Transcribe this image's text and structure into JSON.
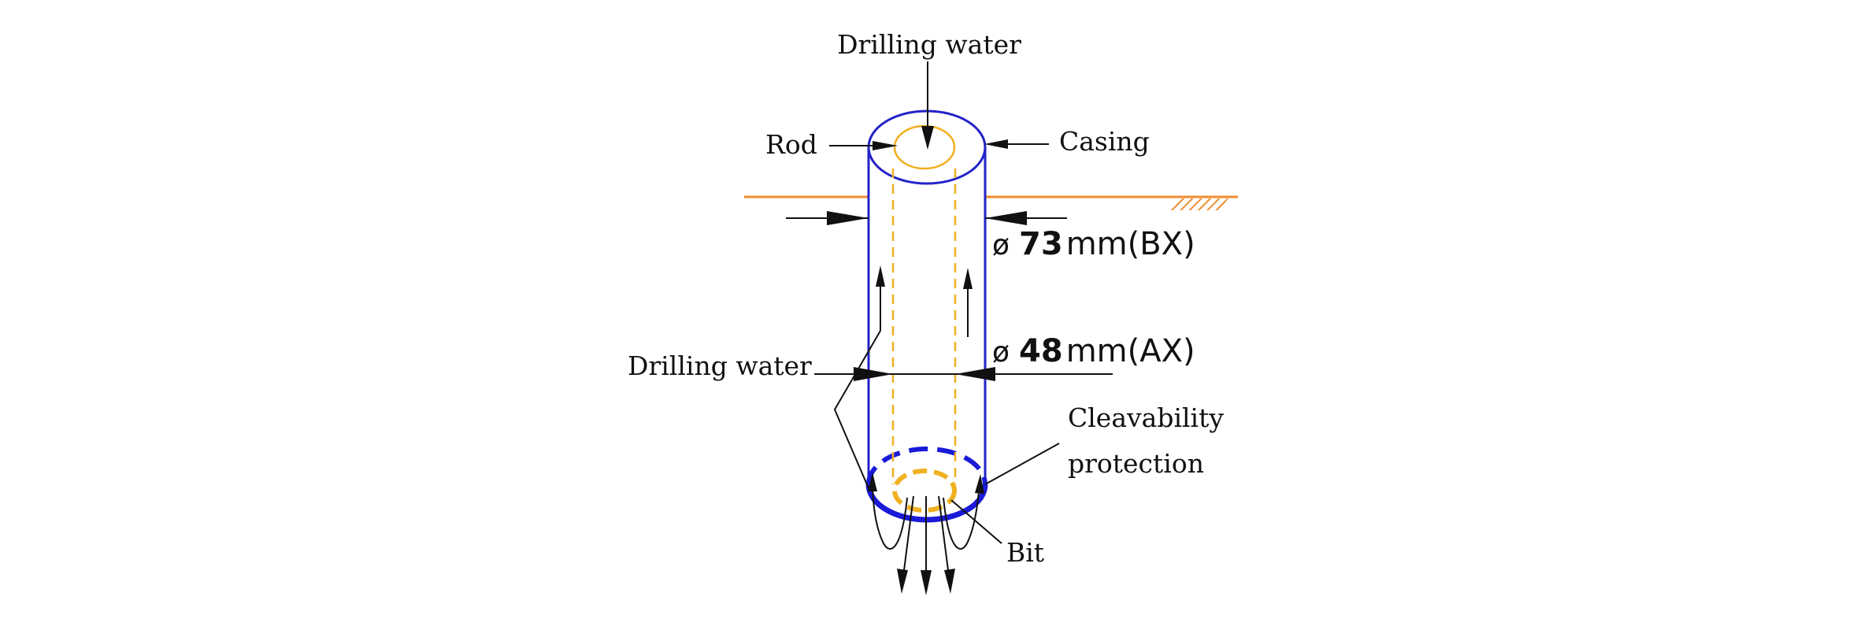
{
  "labels": {
    "drilling_water_top": "Drilling water",
    "rod": "Rod",
    "casing": "Casing",
    "drilling_water_side": "Drilling water",
    "cleavability_line1": "Cleavability",
    "cleavability_line2": "protection",
    "bit": "Bit"
  },
  "dimensions": {
    "outer": {
      "symbol": "ø",
      "value": "73",
      "unit": "mm(BX)"
    },
    "inner": {
      "symbol": "ø",
      "value": "48",
      "unit": "mm(AX)"
    }
  },
  "colors": {
    "casing": "#2323c8",
    "casing_dashed": "#1a1ad8",
    "rod": "#f0b020",
    "ground": "#f08c30",
    "line": "#111111"
  }
}
